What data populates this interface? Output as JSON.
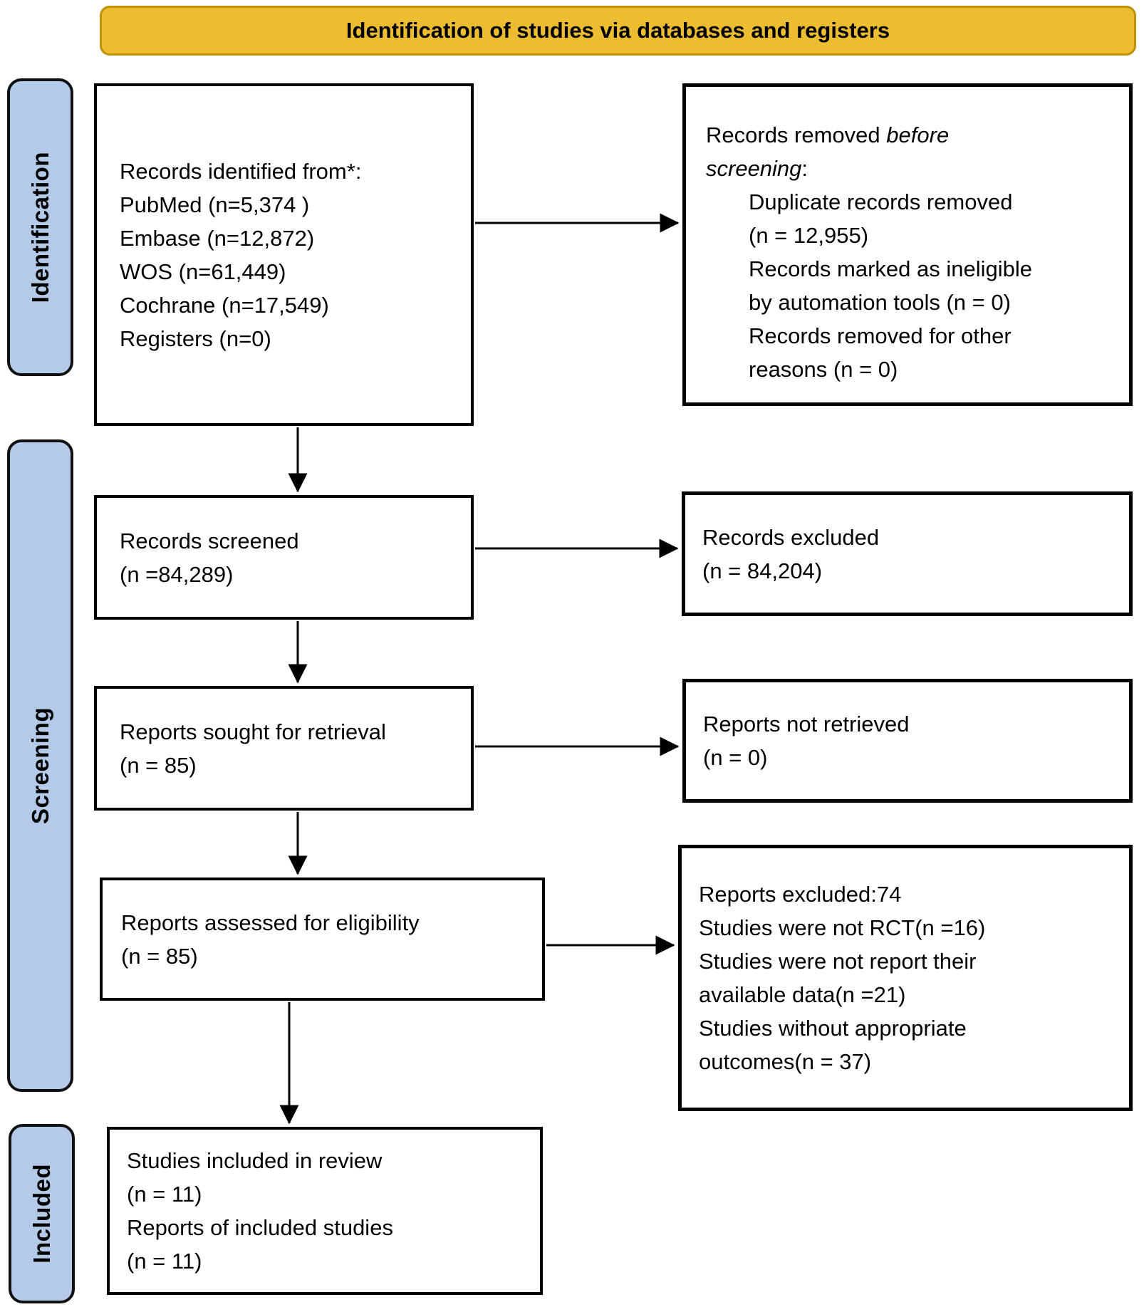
{
  "banner": {
    "title": "Identification of studies via databases and registers"
  },
  "colors": {
    "banner_fill": "#edbd31",
    "banner_border": "#bf9104",
    "stage_fill": "#b3cbe8",
    "box_border": "#000000"
  },
  "stages": {
    "identification": "Identification",
    "screening": "Screening",
    "included": "Included"
  },
  "boxes": {
    "identified": {
      "lines": [
        "Records identified from*:",
        "PubMed (n=5,374 )",
        "Embase (n=12,872)",
        "WOS (n=61,449)",
        "Cochrane (n=17,549)",
        "Registers (n=0)"
      ]
    },
    "removed": {
      "title_line1_normal": "Records removed ",
      "title_line1_italic": "before",
      "title_line2_italic": "screening",
      "title_line2_normal": ":",
      "detail_lines": [
        "Duplicate records removed",
        "(n = 12,955)",
        "Records marked as ineligible",
        "by automation tools (n = 0)",
        "Records removed for other",
        "reasons (n = 0)"
      ]
    },
    "screened": {
      "lines": [
        "Records screened",
        "(n =84,289)"
      ]
    },
    "excluded": {
      "lines": [
        "Records excluded",
        "(n = 84,204)"
      ]
    },
    "sought": {
      "lines": [
        "Reports sought for retrieval",
        "(n = 85)"
      ]
    },
    "not_retrieved": {
      "lines": [
        "Reports not retrieved",
        "(n = 0)"
      ]
    },
    "assessed": {
      "lines": [
        "Reports assessed for eligibility",
        "(n = 85)"
      ]
    },
    "reports_excluded": {
      "lines": [
        "Reports excluded:74",
        "Studies were not RCT(n =16)",
        "Studies were not report their",
        "available data(n =21)",
        "Studies without appropriate",
        "outcomes(n = 37)"
      ]
    },
    "included_box": {
      "lines": [
        "Studies included in review",
        "(n = 11)",
        "Reports of included studies",
        "(n = 11)"
      ]
    }
  }
}
